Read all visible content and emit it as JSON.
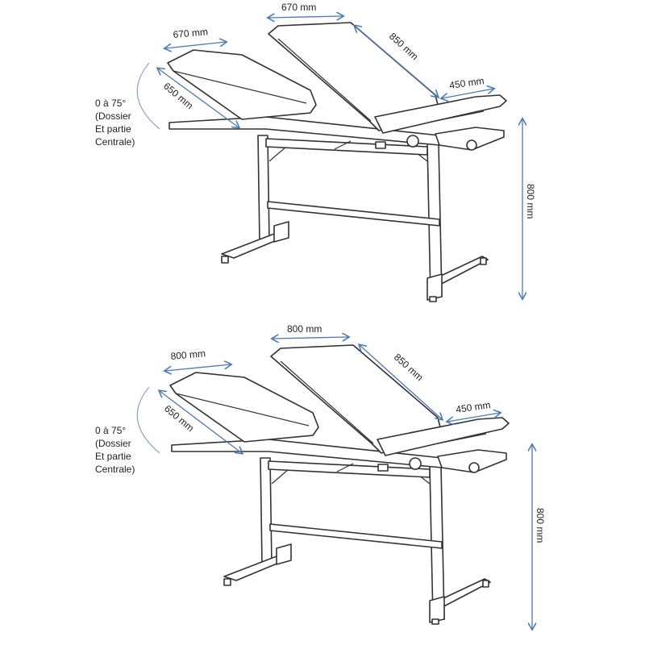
{
  "tables": [
    {
      "top_width": "670 mm",
      "seat_width": "670 mm",
      "backrest_length": "850 mm",
      "footrest_length": "450 mm",
      "seat_length": "650 mm",
      "height": "800 mm",
      "angle_label": [
        "0 à 75°",
        "(Dossier",
        "Et partie",
        "Centrale)"
      ]
    },
    {
      "top_width": "800 mm",
      "seat_width": "800 mm",
      "backrest_length": "850 mm",
      "footrest_length": "450 mm",
      "seat_length": "650 mm",
      "height": "800 mm",
      "angle_label": [
        "0 à 75°",
        "(Dossier",
        "Et partie",
        "Centrale)"
      ]
    }
  ],
  "colors": {
    "dimension": "#4a7ab5",
    "line": "#333333"
  }
}
